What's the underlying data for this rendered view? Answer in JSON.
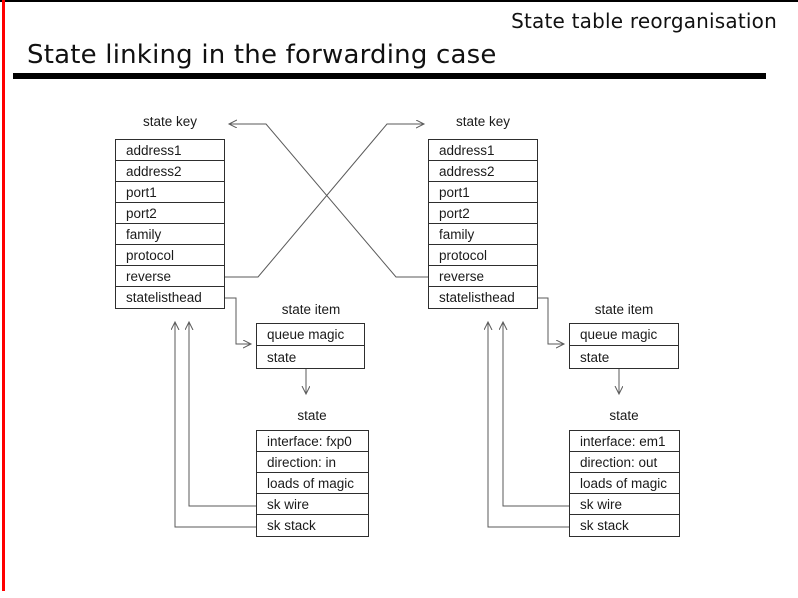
{
  "slide": {
    "corner_title": "State table reorganisation",
    "title": "State linking in the forwarding case"
  },
  "diagram": {
    "left": {
      "key": {
        "label": "state key",
        "rows": [
          "address1",
          "address2",
          "port1",
          "port2",
          "family",
          "protocol",
          "reverse",
          "statelisthead"
        ]
      },
      "item": {
        "label": "state item",
        "rows": [
          "queue magic",
          "state"
        ]
      },
      "state": {
        "label": "state",
        "rows": [
          "interface: fxp0",
          "direction: in",
          "loads of magic",
          "sk wire",
          "sk stack"
        ]
      }
    },
    "right": {
      "key": {
        "label": "state key",
        "rows": [
          "address1",
          "address2",
          "port1",
          "port2",
          "family",
          "protocol",
          "reverse",
          "statelisthead"
        ]
      },
      "item": {
        "label": "state item",
        "rows": [
          "queue magic",
          "state"
        ]
      },
      "state": {
        "label": "state",
        "rows": [
          "interface: em1",
          "direction: out",
          "loads of magic",
          "sk wire",
          "sk stack"
        ]
      }
    },
    "connections": [
      {
        "from": "left.key.reverse",
        "to": "right.key.label"
      },
      {
        "from": "right.key.reverse",
        "to": "left.key.label"
      },
      {
        "from": "left.key.statelisthead",
        "to": "left.item"
      },
      {
        "from": "right.key.statelisthead",
        "to": "right.item"
      },
      {
        "from": "left.item.state",
        "to": "left.state"
      },
      {
        "from": "right.item.state",
        "to": "right.state"
      },
      {
        "from": "left.state.sk wire",
        "to": "left.key"
      },
      {
        "from": "left.state.sk stack",
        "to": "left.key"
      },
      {
        "from": "right.state.sk wire",
        "to": "right.key"
      },
      {
        "from": "right.state.sk stack",
        "to": "right.key"
      }
    ]
  },
  "colors": {
    "accent_red": "#ff0000",
    "connector_gray": "#5a5a5a",
    "border": "#2e2e2e"
  }
}
